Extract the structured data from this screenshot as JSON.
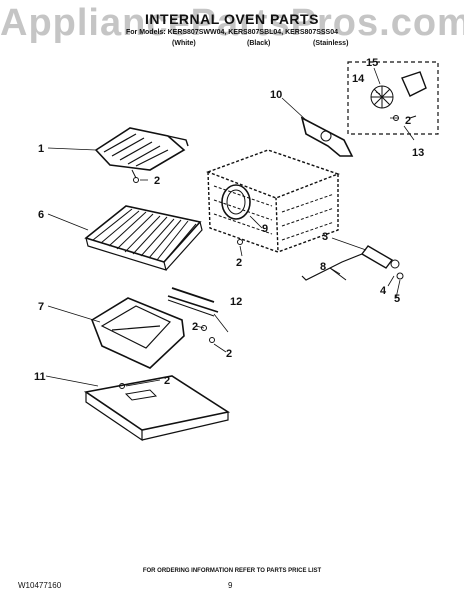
{
  "watermark": "AppliancePartsPros.com",
  "title": "INTERNAL OVEN PARTS",
  "models": "For Models: KERS807SWW04, KERS807SBL04, KERS807SSS04",
  "finishes": [
    "(White)",
    "(Black)",
    "(Stainless)"
  ],
  "callouts": [
    "1",
    "2",
    "2",
    "2",
    "2",
    "2",
    "2",
    "3",
    "4",
    "5",
    "6",
    "7",
    "8",
    "9",
    "10",
    "11",
    "12",
    "13",
    "14",
    "15"
  ],
  "footer_note": "FOR ORDERING INFORMATION REFER TO PARTS PRICE LIST",
  "doc_number": "W10477160",
  "page_number": "9"
}
